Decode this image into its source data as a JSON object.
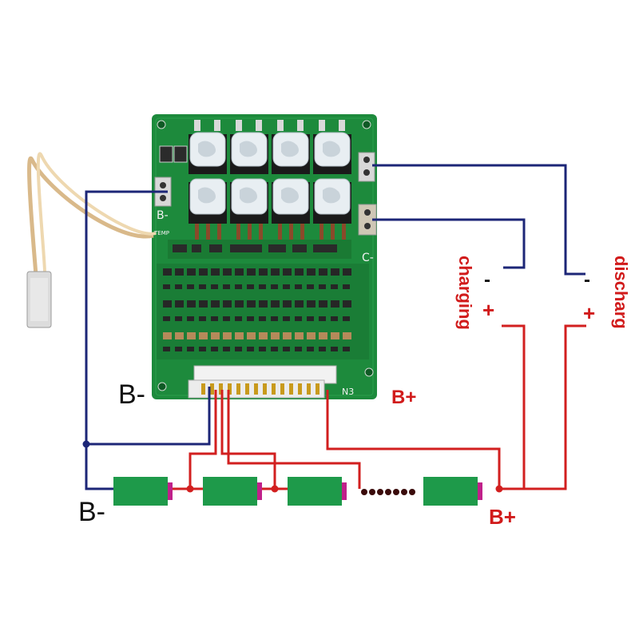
{
  "labels": {
    "b_minus_board": "B-",
    "b_minus_cells": "B-",
    "b_plus_board": "B+",
    "b_plus_cells": "B+",
    "charging": "charging",
    "discharg": "discharg",
    "charge_minus": "-",
    "charge_plus": "+",
    "discharge_minus": "-",
    "discharge_plus": "+"
  },
  "board_text": {
    "b_pad": "B-",
    "c_pad": "C-",
    "connector": "N3",
    "temp": "TEMP"
  },
  "colors": {
    "pcb": "#1d8a3c",
    "negative_wire": "#1c2677",
    "positive_wire": "#d21f1f",
    "cell": "#1e9a4a",
    "cell_terminal": "#c0208a",
    "mosfet_heatsink": "#e8eef2"
  },
  "icons": {
    "mosfet": "mosfet-icon",
    "thermistor": "thermistor-icon",
    "cell": "battery-cell-icon",
    "connector": "balance-connector-icon"
  }
}
